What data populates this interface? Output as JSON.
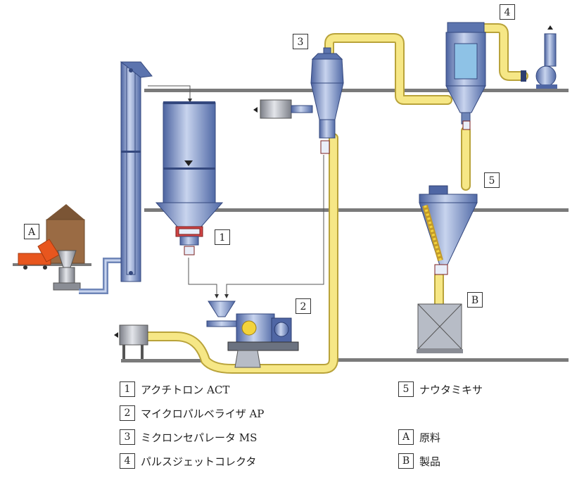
{
  "tags": {
    "t1": "1",
    "t2": "2",
    "t3": "3",
    "t4": "4",
    "t5": "5",
    "tA": "A",
    "tB": "B"
  },
  "legend": [
    {
      "key": "1",
      "label": "アクチトロン ACT"
    },
    {
      "key": "2",
      "label": "マイクロパルベライザ AP"
    },
    {
      "key": "3",
      "label": "ミクロンセパレータ MS"
    },
    {
      "key": "4",
      "label": "パルスジェットコレクタ"
    },
    {
      "key": "5",
      "label": "ナウタミキサ"
    },
    {
      "key": "A",
      "label": "原料"
    },
    {
      "key": "B",
      "label": "製品"
    }
  ],
  "colors": {
    "floor": "#6b6b6b",
    "equipment_blue": "#6f86b8",
    "duct_yellow": "#f3e27a",
    "silo_brown": "#9a6b44",
    "cart_orange": "#e8561e"
  }
}
